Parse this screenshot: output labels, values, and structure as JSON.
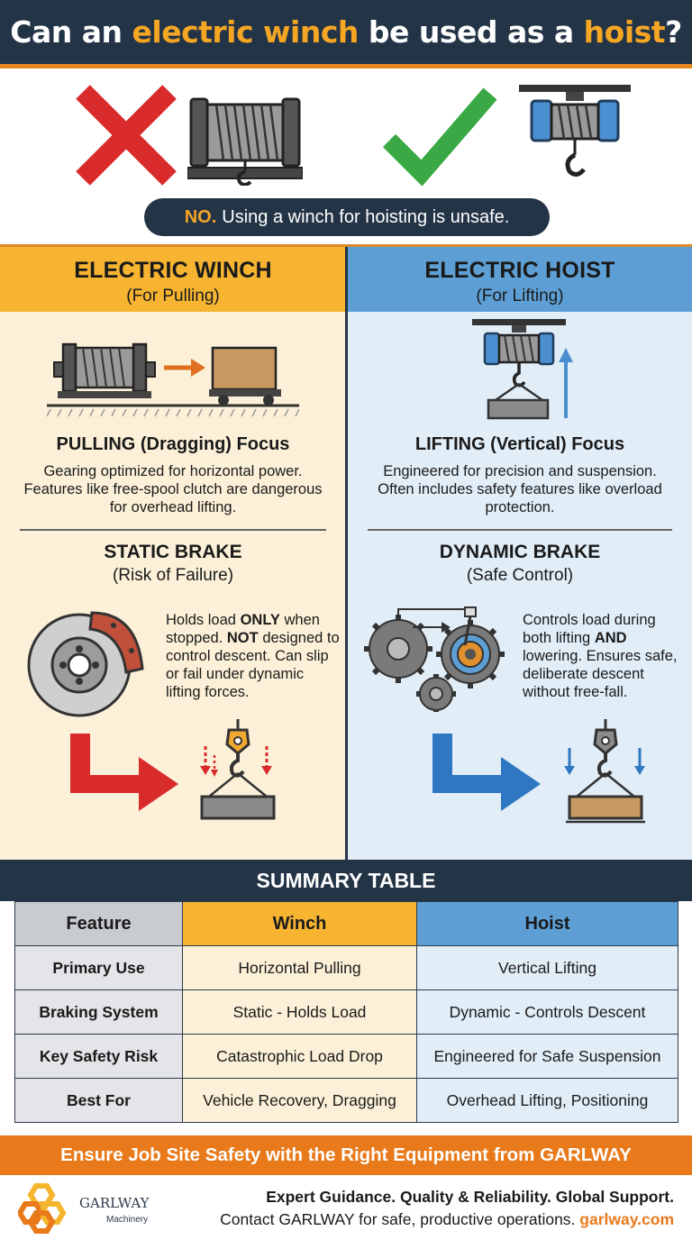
{
  "header": {
    "title_1": "Can an ",
    "title_hl_1": "electric winch",
    "title_2": " be used as a ",
    "title_hl_2": "hoist",
    "title_3": "?"
  },
  "verdict": {
    "no": "NO.",
    "text": "Using a winch for hoisting is unsafe."
  },
  "winch": {
    "title": "ELECTRIC WINCH",
    "subtitle": "(For Pulling)",
    "focus_title": "PULLING (Dragging) Focus",
    "focus_body": "Gearing optimized for horizontal power. Features like free-spool clutch are dangerous for overhead lifting.",
    "brake_title": "STATIC BRAKE",
    "brake_sub": "(Risk of Failure)",
    "brake_text_1": "Holds load ",
    "brake_text_2": "ONLY",
    "brake_text_3": " when stopped. ",
    "brake_text_4": "NOT",
    "brake_text_5": " designed to control descent. Can slip or fail under dynamic lifting forces."
  },
  "hoist": {
    "title": "ELECTRIC HOIST",
    "subtitle": "(For Lifting)",
    "focus_title": "LIFTING (Vertical) Focus",
    "focus_body": "Engineered for precision and suspension. Often includes safety features like overload protection.",
    "brake_title": "DYNAMIC BRAKE",
    "brake_sub": "(Safe Control)",
    "brake_text_1": "Controls load during both lifting ",
    "brake_text_2": "AND",
    "brake_text_3": " lowering. Ensures safe, deliberate descent without free-fall."
  },
  "summary": {
    "title": "SUMMARY TABLE",
    "headers": [
      "Feature",
      "Winch",
      "Hoist"
    ],
    "rows": [
      [
        "Primary Use",
        "Horizontal Pulling",
        "Vertical Lifting"
      ],
      [
        "Braking System",
        "Static - Holds Load",
        "Dynamic - Controls Descent"
      ],
      [
        "Key Safety Risk",
        "Catastrophic Load Drop",
        "Engineered for Safe Suspension"
      ],
      [
        "Best For",
        "Vehicle Recovery, Dragging",
        "Overhead Lifting, Positioning"
      ]
    ]
  },
  "footer": {
    "cta": "Ensure Job Site Safety with the Right Equipment from GARLWAY",
    "logo_name": "GARLWAY",
    "logo_sub": "Machinery",
    "line_1": "Expert Guidance. Quality & Reliability. Global Support.",
    "line_2": "Contact GARLWAY for safe, productive operations. ",
    "url": "garlway.com"
  },
  "colors": {
    "navy": "#243447",
    "orange": "#e87a1c",
    "winch_yellow": "#f6b431",
    "hoist_blue": "#5d9fd4",
    "danger_red": "#d92b2b",
    "safe_green": "#3aa845"
  }
}
